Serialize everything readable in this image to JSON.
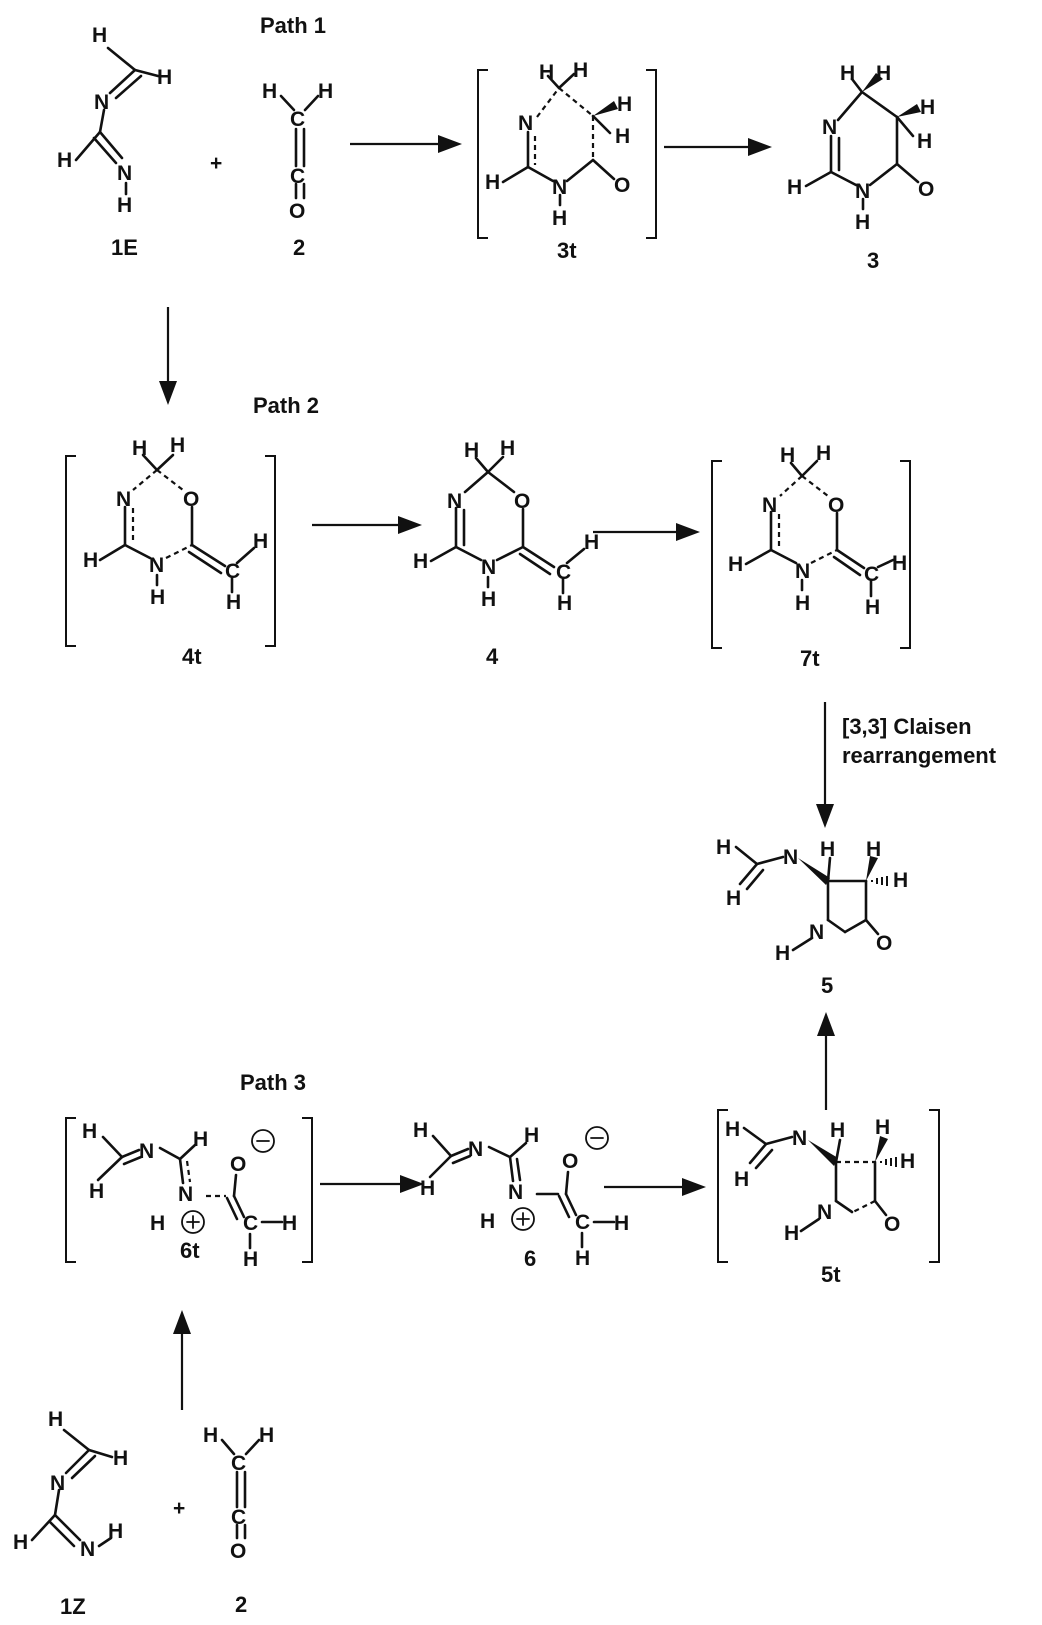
{
  "paths": {
    "p1": "Path 1",
    "p2": "Path 2",
    "p3": "Path 3"
  },
  "labels": {
    "c1E": "1E",
    "c2a": "2",
    "c3t": "3t",
    "c3": "3",
    "c4t": "4t",
    "c4": "4",
    "c7t": "7t",
    "c5": "5",
    "c6t": "6t",
    "c6": "6",
    "c5t": "5t",
    "c1Z": "1Z",
    "c2b": "2"
  },
  "note": {
    "line1": "[3,3] Claisen",
    "line2": "rearrangement"
  },
  "atoms": {
    "H": "H",
    "N": "N",
    "C": "C",
    "O": "O",
    "plus": "+"
  }
}
